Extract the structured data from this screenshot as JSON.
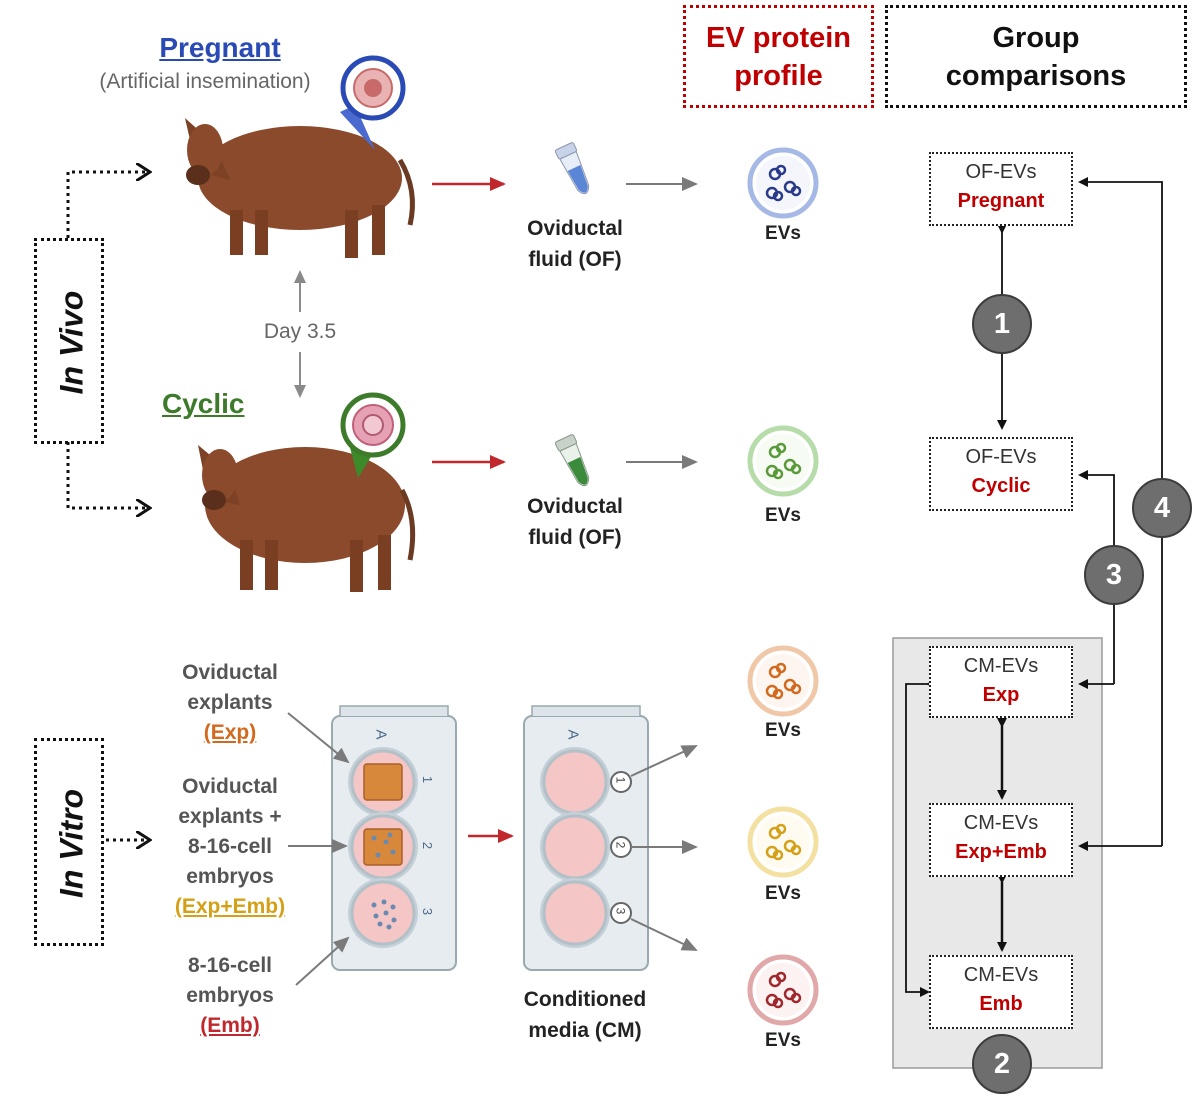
{
  "headers": {
    "ev_profile": [
      "EV protein",
      "profile"
    ],
    "group_comparisons": [
      "Group",
      "comparisons"
    ]
  },
  "side_labels": {
    "in_vivo": "In Vivo",
    "in_vitro": "In Vitro"
  },
  "in_vivo": {
    "pregnant": "Pregnant",
    "pregnant_note": "(Artificial insemination)",
    "cyclic": "Cyclic",
    "day": "Day 3.5",
    "fluid_line1": "Oviductal",
    "fluid_line2": "fluid (OF)"
  },
  "in_vitro": {
    "exp": [
      "Oviductal",
      "explants"
    ],
    "exp_code": "(Exp)",
    "exp_emb": [
      "Oviductal",
      "explants +",
      "8-16-cell",
      "embryos"
    ],
    "exp_emb_code": "(Exp+Emb)",
    "emb": [
      "8-16-cell",
      "embryos"
    ],
    "emb_code": "(Emb)",
    "plate_letter": "A",
    "well_numbers": [
      "1",
      "2",
      "3"
    ],
    "cm_line1": "Conditioned",
    "cm_line2": "media (CM)"
  },
  "evs_label": "EVs",
  "comparisons": {
    "of_pregnant": {
      "title": "OF-EVs",
      "sub": "Pregnant"
    },
    "of_cyclic": {
      "title": "OF-EVs",
      "sub": "Cyclic"
    },
    "cm_exp": {
      "title": "CM-EVs",
      "sub": "Exp"
    },
    "cm_exp_emb": {
      "title": "CM-EVs",
      "sub": "Exp+Emb"
    },
    "cm_emb": {
      "title": "CM-EVs",
      "sub": "Emb"
    },
    "numbers": [
      "1",
      "2",
      "3",
      "4"
    ]
  },
  "colors": {
    "pregnant": "#2a4bb5",
    "cyclic": "#3d7a2a",
    "exp": "#d2691e",
    "exp_emb": "#d4a017",
    "emb": "#c0282d",
    "header_red": "#c00000",
    "arrow_red": "#c0282d",
    "cow": "#8b4a2b"
  }
}
